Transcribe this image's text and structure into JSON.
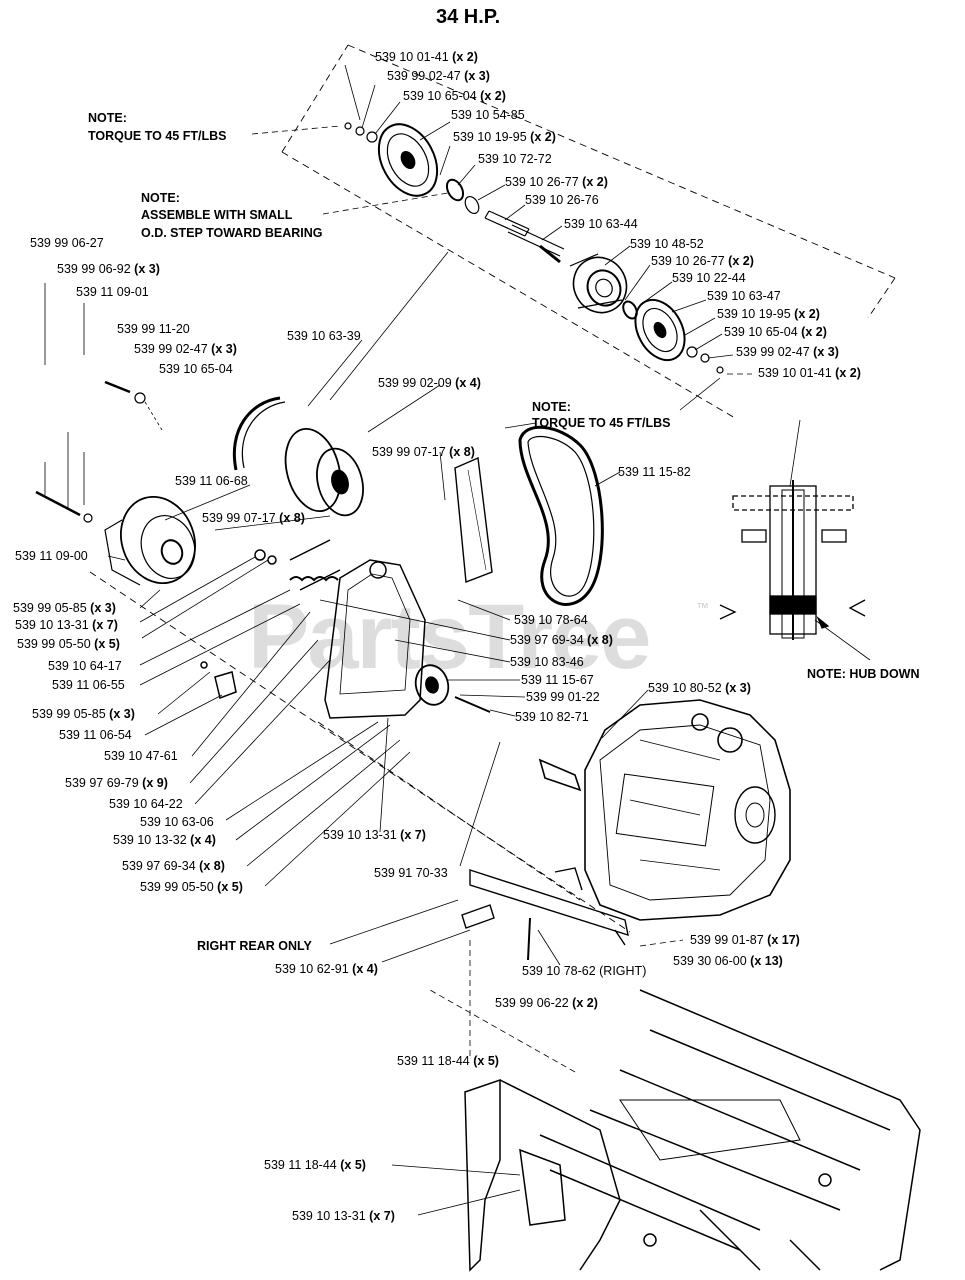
{
  "title": "34 H.P.",
  "watermark": "PartsTree",
  "watermark_tm": "™",
  "notes": {
    "torque_top": [
      "NOTE:",
      "TORQUE TO 45 FT/LBS"
    ],
    "assemble": [
      "NOTE:",
      "ASSEMBLE WITH SMALL",
      "O.D. STEP TOWARD BEARING"
    ],
    "torque_mid": [
      "NOTE:",
      "TORQUE TO 45 FT/LBS"
    ],
    "hub_down": "NOTE: HUB DOWN",
    "right_rear": "RIGHT REAR ONLY"
  },
  "labels": [
    {
      "part": "539 10 01-41",
      "qty": "(x 2)"
    },
    {
      "part": "539 99 02-47",
      "qty": "(x 3)"
    },
    {
      "part": "539 10 65-04",
      "qty": "(x 2)"
    },
    {
      "part": "539 10 54-85",
      "qty": ""
    },
    {
      "part": "539 10 19-95",
      "qty": "(x 2)"
    },
    {
      "part": "539 10 72-72",
      "qty": ""
    },
    {
      "part": "539 10 26-77",
      "qty": "(x 2)"
    },
    {
      "part": "539 10 26-76",
      "qty": ""
    },
    {
      "part": "539 10 63-44",
      "qty": ""
    },
    {
      "part": "539 10 48-52",
      "qty": ""
    },
    {
      "part": "539 10 26-77",
      "qty": "(x 2)"
    },
    {
      "part": "539 10 22-44",
      "qty": ""
    },
    {
      "part": "539 10 63-47",
      "qty": ""
    },
    {
      "part": "539 10 19-95",
      "qty": "(x 2)"
    },
    {
      "part": "539 10 65-04",
      "qty": "(x 2)"
    },
    {
      "part": "539 99 02-47",
      "qty": "(x 3)"
    },
    {
      "part": "539 10 01-41",
      "qty": "(x 2)"
    },
    {
      "part": "539 99 06-27",
      "qty": ""
    },
    {
      "part": "539 99 06-92",
      "qty": "(x 3)"
    },
    {
      "part": "539 11 09-01",
      "qty": ""
    },
    {
      "part": "539 99 11-20",
      "qty": ""
    },
    {
      "part": "539 99 02-47",
      "qty": "(x 3)"
    },
    {
      "part": "539 10 65-04",
      "qty": ""
    },
    {
      "part": "539 10 63-39",
      "qty": ""
    },
    {
      "part": "539 99 02-09",
      "qty": "(x 4)"
    },
    {
      "part": "539 99 07-17",
      "qty": "(x 8)"
    },
    {
      "part": "539 11 15-82",
      "qty": ""
    },
    {
      "part": "539 11 06-68",
      "qty": ""
    },
    {
      "part": "539 99 07-17",
      "qty": "(x 8)"
    },
    {
      "part": "539 11 09-00",
      "qty": ""
    },
    {
      "part": "539 99 05-85",
      "qty": "(x 3)"
    },
    {
      "part": "539 10 13-31",
      "qty": "(x 7)"
    },
    {
      "part": "539 99 05-50",
      "qty": "(x 5)"
    },
    {
      "part": "539 10 64-17",
      "qty": ""
    },
    {
      "part": "539 11 06-55",
      "qty": ""
    },
    {
      "part": "539 10 78-64",
      "qty": ""
    },
    {
      "part": "539 97 69-34",
      "qty": "(x 8)"
    },
    {
      "part": "539 10 83-46",
      "qty": ""
    },
    {
      "part": "539 11 15-67",
      "qty": ""
    },
    {
      "part": "539 99 01-22",
      "qty": ""
    },
    {
      "part": "539 10 80-52",
      "qty": "(x 3)"
    },
    {
      "part": "539 10 82-71",
      "qty": ""
    },
    {
      "part": "539 99 05-85",
      "qty": "(x 3)"
    },
    {
      "part": "539 11 06-54",
      "qty": ""
    },
    {
      "part": "539 10 47-61",
      "qty": ""
    },
    {
      "part": "539 97 69-79",
      "qty": "(x 9)"
    },
    {
      "part": "539 10 64-22",
      "qty": ""
    },
    {
      "part": "539 10 63-06",
      "qty": ""
    },
    {
      "part": "539 10 13-32",
      "qty": "(x 4)"
    },
    {
      "part": "539 10 13-31",
      "qty": "(x 7)"
    },
    {
      "part": "539 97 69-34",
      "qty": "(x 8)"
    },
    {
      "part": "539 99 05-50",
      "qty": "(x 5)"
    },
    {
      "part": "539 91 70-33",
      "qty": ""
    },
    {
      "part": "539 99 01-87",
      "qty": "(x 17)"
    },
    {
      "part": "539 30 06-00",
      "qty": "(x 13)"
    },
    {
      "part": "539 10 62-91",
      "qty": "(x 4)"
    },
    {
      "part": "539 10 78-62 (RIGHT)",
      "qty": ""
    },
    {
      "part": "539 99 06-22",
      "qty": "(x 2)"
    },
    {
      "part": "539 11 18-44",
      "qty": "(x 5)"
    },
    {
      "part": "539 11 18-44",
      "qty": "(x 5)"
    },
    {
      "part": "539 10 13-31",
      "qty": "(x 7)"
    }
  ]
}
